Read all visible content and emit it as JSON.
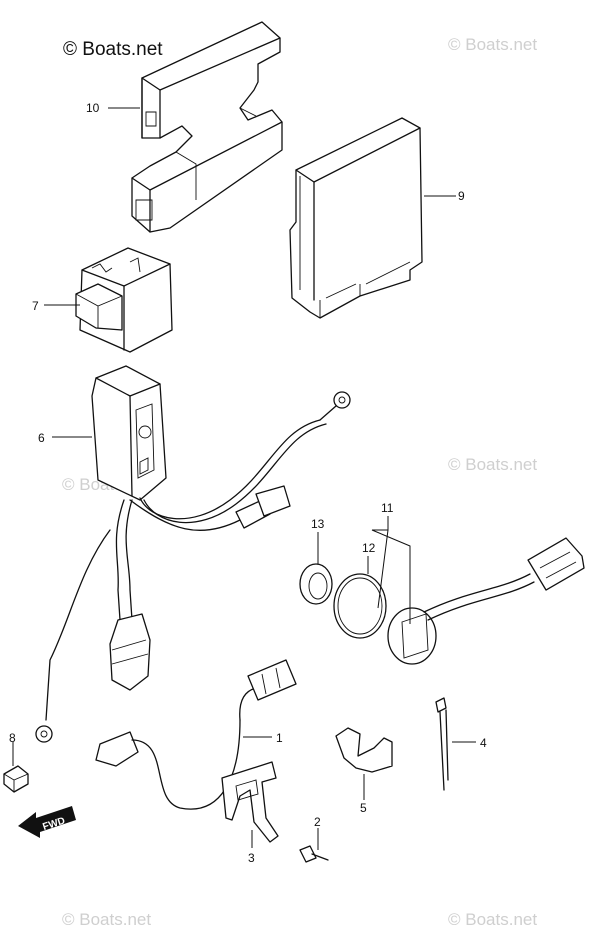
{
  "watermark": {
    "main": "© Boats.net",
    "faint": "© Boats.net"
  },
  "fwd_label": "FWD",
  "callouts": [
    {
      "id": "c1",
      "number": "1"
    },
    {
      "id": "c2",
      "number": "2"
    },
    {
      "id": "c3",
      "number": "3"
    },
    {
      "id": "c4",
      "number": "4"
    },
    {
      "id": "c5",
      "number": "5"
    },
    {
      "id": "c6",
      "number": "6"
    },
    {
      "id": "c7",
      "number": "7"
    },
    {
      "id": "c8",
      "number": "8"
    },
    {
      "id": "c9",
      "number": "9"
    },
    {
      "id": "c10",
      "number": "10"
    },
    {
      "id": "c11",
      "number": "11"
    },
    {
      "id": "c12",
      "number": "12"
    },
    {
      "id": "c13",
      "number": "13"
    }
  ]
}
